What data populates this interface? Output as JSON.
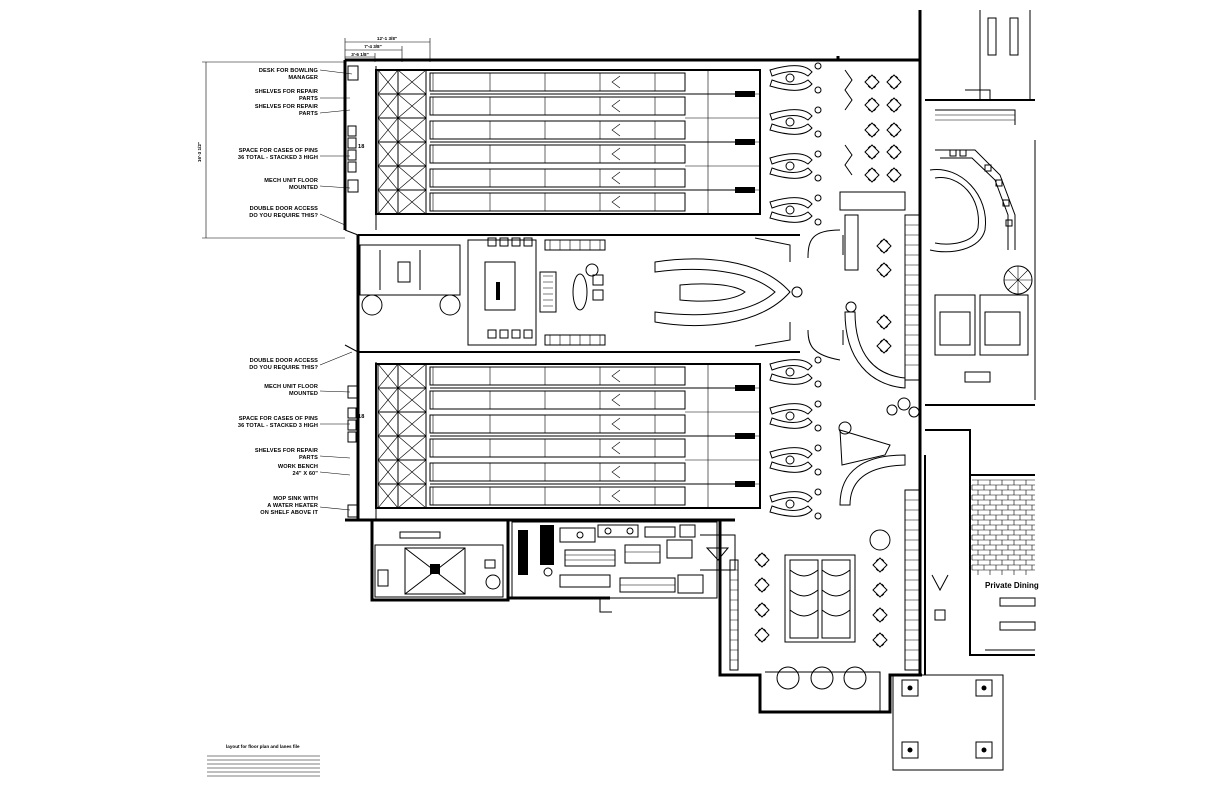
{
  "drawing": {
    "type": "bowling alley floor plan",
    "lanes_per_block": 6,
    "lane_blocks": 2
  },
  "dimensions": {
    "overall": "12'-1 3/8\"",
    "mid": "7'-4 3/8\"",
    "inner": "3'-6 1/8\"",
    "vertical": "16'-3 1/2\""
  },
  "labels_top": {
    "desk": [
      "DESK FOR BOWLING",
      "MANAGER"
    ],
    "shelves1": [
      "SHELVES FOR REPAIR",
      "PARTS"
    ],
    "shelves2": [
      "SHELVES FOR REPAIR",
      "PARTS"
    ],
    "pins": [
      "SPACE FOR CASES OF PINS",
      "36 TOTAL - STACKED 3 HIGH"
    ],
    "mech": [
      "MECH UNIT FLOOR",
      "MOUNTED"
    ],
    "door": [
      "DOUBLE DOOR ACCESS",
      "DO YOU REQUIRE THIS?"
    ]
  },
  "labels_bottom": {
    "door": [
      "DOUBLE DOOR ACCESS",
      "DO YOU REQUIRE THIS?"
    ],
    "mech": [
      "MECH UNIT FLOOR",
      "MOUNTED"
    ],
    "pins": [
      "SPACE FOR CASES OF PINS",
      "36 TOTAL - STACKED 3 HIGH"
    ],
    "shelves": [
      "SHELVES FOR REPAIR",
      "PARTS"
    ],
    "bench": [
      "WORK BENCH",
      "24\" X 60\""
    ],
    "sink": [
      "MOP SINK WITH",
      "A WATER HEATER",
      "ON SHELF ABOVE IT"
    ]
  },
  "small_tags": {
    "top": "18",
    "bottom": "18"
  },
  "room_label": "Private Dining",
  "legend": {
    "title": "layout for floor plan and lanes file"
  }
}
